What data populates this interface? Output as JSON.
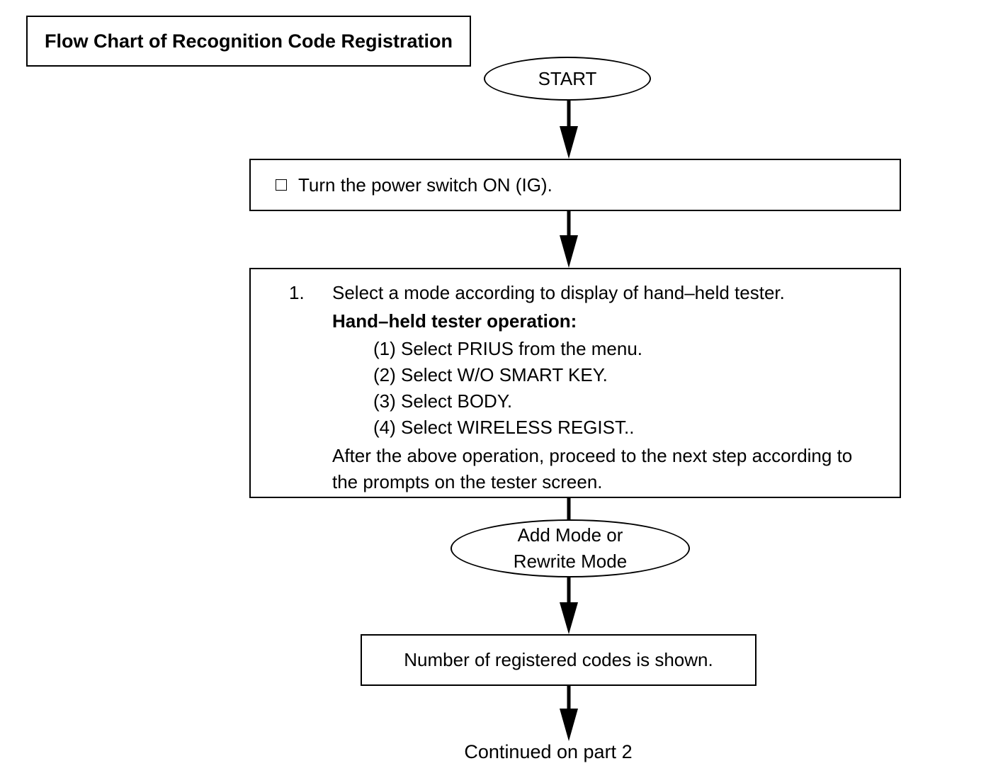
{
  "title": "Flow Chart of Recognition Code Registration",
  "start_label": "START",
  "step_power": {
    "text": "Turn the power switch ON (IG)."
  },
  "step_select": {
    "number": "1.",
    "instruction": "Select a mode according to display of hand–held tester.",
    "operation_heading": "Hand–held tester operation:",
    "substeps": [
      "(1) Select PRIUS from the menu.",
      "(2) Select W/O SMART KEY.",
      "(3) Select BODY.",
      "(4) Select WIRELESS REGIST.."
    ],
    "after_line1": "After the above operation, proceed to the next step according to",
    "after_line2": "the prompts on the tester screen."
  },
  "mode_decision": {
    "line1": "Add Mode or",
    "line2": "Rewrite Mode"
  },
  "step_codes": {
    "text": "Number of registered codes is shown."
  },
  "continued": "Continued on part 2"
}
